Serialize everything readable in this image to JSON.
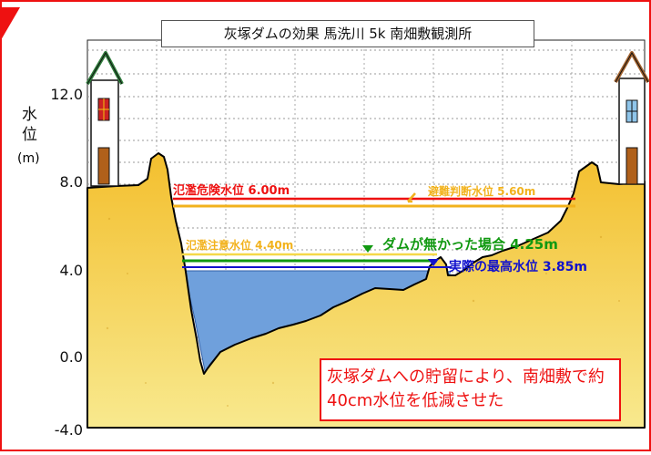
{
  "title": "灰塚ダムの効果 馬洗川 5k 南畑敷観測所",
  "y_axis": {
    "label_line1": "水",
    "label_line2": "位",
    "unit": "(m)",
    "ticks": [
      "12.0",
      "8.0",
      "4.0",
      "0.0",
      "-4.0"
    ]
  },
  "levels": {
    "danger": {
      "label": "氾濫危険水位 6.00m",
      "color": "#ee1111"
    },
    "evacuation": {
      "label": "避難判断水位 5.60m",
      "color": "#f2b21c"
    },
    "caution": {
      "label": "氾濫注意水位 4.40m",
      "color": "#f2b21c"
    },
    "no_dam": {
      "label": "ダムが無かった場合 4.25m",
      "color": "#119911"
    },
    "actual": {
      "label": "実際の最高水位 3.85m",
      "color": "#1111cc"
    }
  },
  "note": "灰塚ダムへの貯留により、南畑敷で約40cm水位を低減させた",
  "chart_data": {
    "type": "cross-section",
    "title": "灰塚ダムの効果 馬洗川 5k 南畑敷観測所",
    "ylabel": "水位 (m)",
    "ylim": [
      -4.0,
      14.0
    ],
    "yticks": [
      12.0,
      8.0,
      4.0,
      0.0,
      -4.0
    ],
    "water_levels": [
      {
        "name": "氾濫危険水位",
        "value": 6.0
      },
      {
        "name": "避難判断水位",
        "value": 5.6
      },
      {
        "name": "氾濫注意水位",
        "value": 4.4
      },
      {
        "name": "ダムが無かった場合",
        "value": 4.25
      },
      {
        "name": "実際の最高水位",
        "value": 3.85
      }
    ]
  }
}
